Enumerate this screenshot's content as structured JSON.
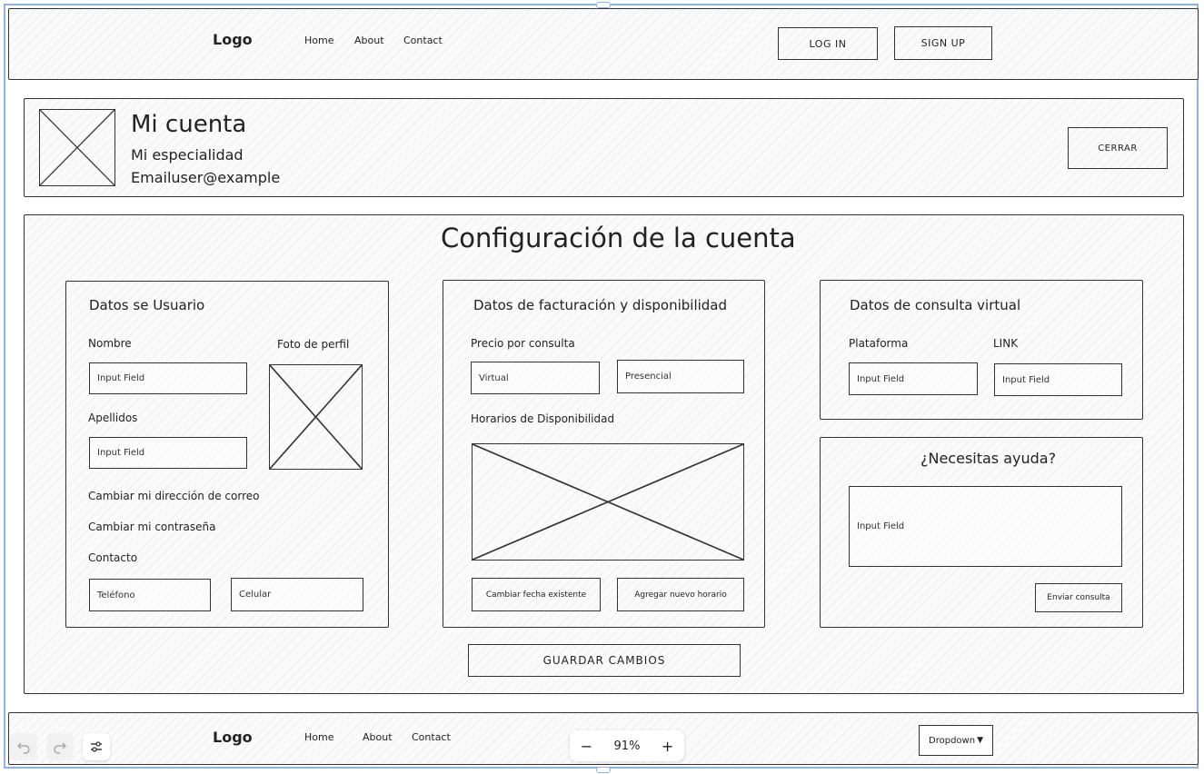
{
  "header": {
    "logo": "Logo",
    "nav": [
      "Home",
      "About",
      "Contact"
    ],
    "login_label": "LOG IN",
    "signup_label": "SIGN UP"
  },
  "profile": {
    "title": "Mi cuenta",
    "specialty": "Mi especialidad",
    "email": "Emailuser@example",
    "close_label": "CERRAR"
  },
  "main": {
    "title": "Configuración de la cuenta",
    "save_label": "GUARDAR CAMBIOS"
  },
  "user_panel": {
    "title": "Datos se Usuario",
    "nombre_label": "Nombre",
    "nombre_placeholder": "Input Field",
    "foto_label": "Foto de perfil",
    "apellidos_label": "Apellidos",
    "apellidos_placeholder": "Input Field",
    "change_email": "Cambiar mi dirección de correo",
    "change_password": "Cambiar mi contraseña",
    "contacto_label": "Contacto",
    "telefono_placeholder": "Teléfono",
    "celular_placeholder": "Celular"
  },
  "billing_panel": {
    "title": "Datos de facturación y disponibilidad",
    "precio_label": "Precio por consulta",
    "virtual_placeholder": "Virtual",
    "presencial_placeholder": "Presencial",
    "horarios_label": "Horarios de Disponibilidad",
    "change_date_label": "Cambiar fecha existente",
    "add_schedule_label": "Agregar nuevo horario"
  },
  "virtual_panel": {
    "title": "Datos de consulta virtual",
    "plataforma_label": "Plataforma",
    "plataforma_placeholder": "Input Field",
    "link_label": "LINK",
    "link_placeholder": "Input Field"
  },
  "help_panel": {
    "title": "¿Necesitas ayuda?",
    "message_placeholder": "Input Field",
    "send_label": "Enviar consulta"
  },
  "footer": {
    "logo": "Logo",
    "nav": [
      "Home",
      "About",
      "Contact"
    ],
    "dropdown_label": "Dropdown"
  },
  "toolbar": {
    "zoom": "91%",
    "zoom_out": "−",
    "zoom_in": "+"
  }
}
